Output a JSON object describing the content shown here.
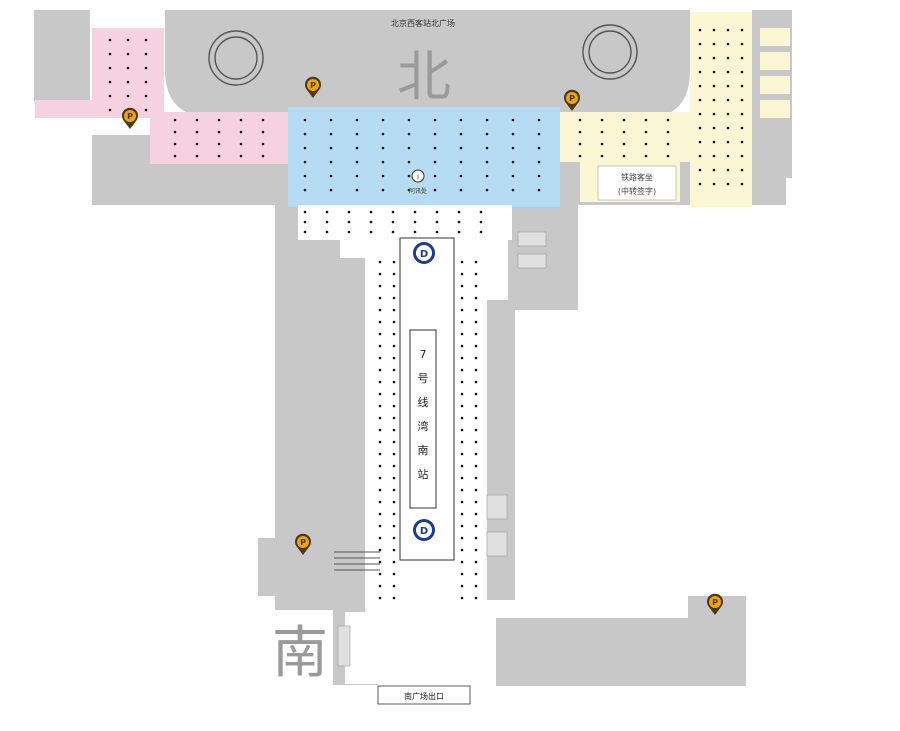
{
  "map": {
    "north_plaza_label": "北京西客站北广场",
    "north_char": "北",
    "south_char": "南",
    "station_name_vertical": "7号线湾南站",
    "info_point_label": "问讯处",
    "railway_hall_label_1": "铁路客坐",
    "railway_hall_label_2": "(中转签字)",
    "south_exit_label": "南广场出口",
    "colors": {
      "concourse_blue": "#b6dcf3",
      "pink_zone": "#f6d2e1",
      "yellow_zone": "#fbf6d3",
      "wall_gray": "#c8c8c8",
      "parking_orange": "#f0a30a",
      "metro_blue": "#1f3a93"
    }
  }
}
